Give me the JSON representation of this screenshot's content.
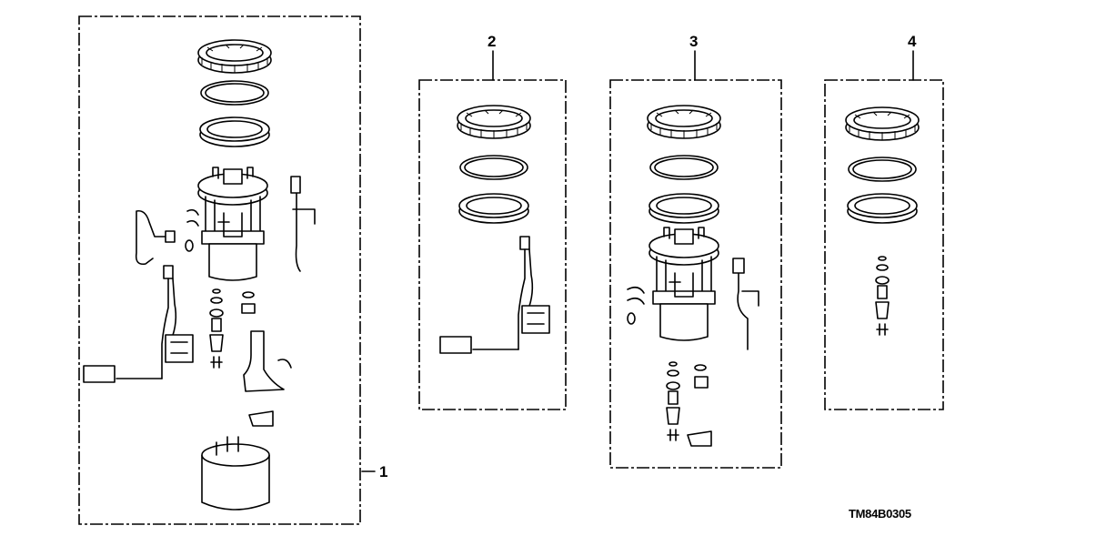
{
  "diagram": {
    "callouts": [
      {
        "id": "1",
        "label": "1"
      },
      {
        "id": "2",
        "label": "2"
      },
      {
        "id": "3",
        "label": "3"
      },
      {
        "id": "4",
        "label": "4"
      }
    ],
    "drawing_code": "TM84B0305"
  }
}
